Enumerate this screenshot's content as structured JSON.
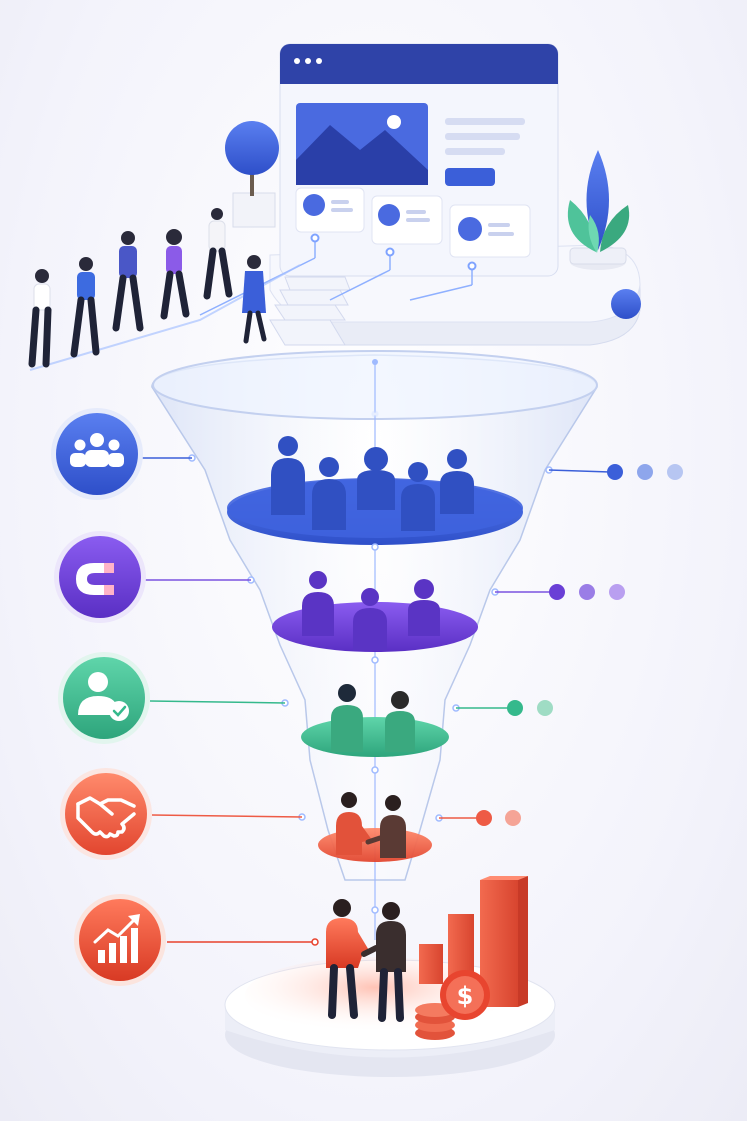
{
  "colors": {
    "blue": "#3b5fd9",
    "blue_dark": "#2a3fa8",
    "purple": "#6a3fd6",
    "teal": "#35b98c",
    "coral": "#ee5b45",
    "orange_red": "#e8412c",
    "glass": "#dfe6f7"
  },
  "stages": [
    {
      "icon": "team-icon",
      "color": "#3b5fd9",
      "people": 5,
      "dots": 3
    },
    {
      "icon": "magnet-icon",
      "color": "#6a3fd6",
      "people": 3,
      "dots": 3
    },
    {
      "icon": "user-check-icon",
      "color": "#35b98c",
      "people": 2,
      "dots": 2
    },
    {
      "icon": "handshake-icon",
      "color": "#ee5b45",
      "people": 2,
      "dots": 2
    },
    {
      "icon": "growth-chart-icon",
      "color": "#e8412c",
      "people": 2,
      "dots": 0
    }
  ],
  "queue": {
    "people": 6
  },
  "website": {
    "cards": 3
  }
}
